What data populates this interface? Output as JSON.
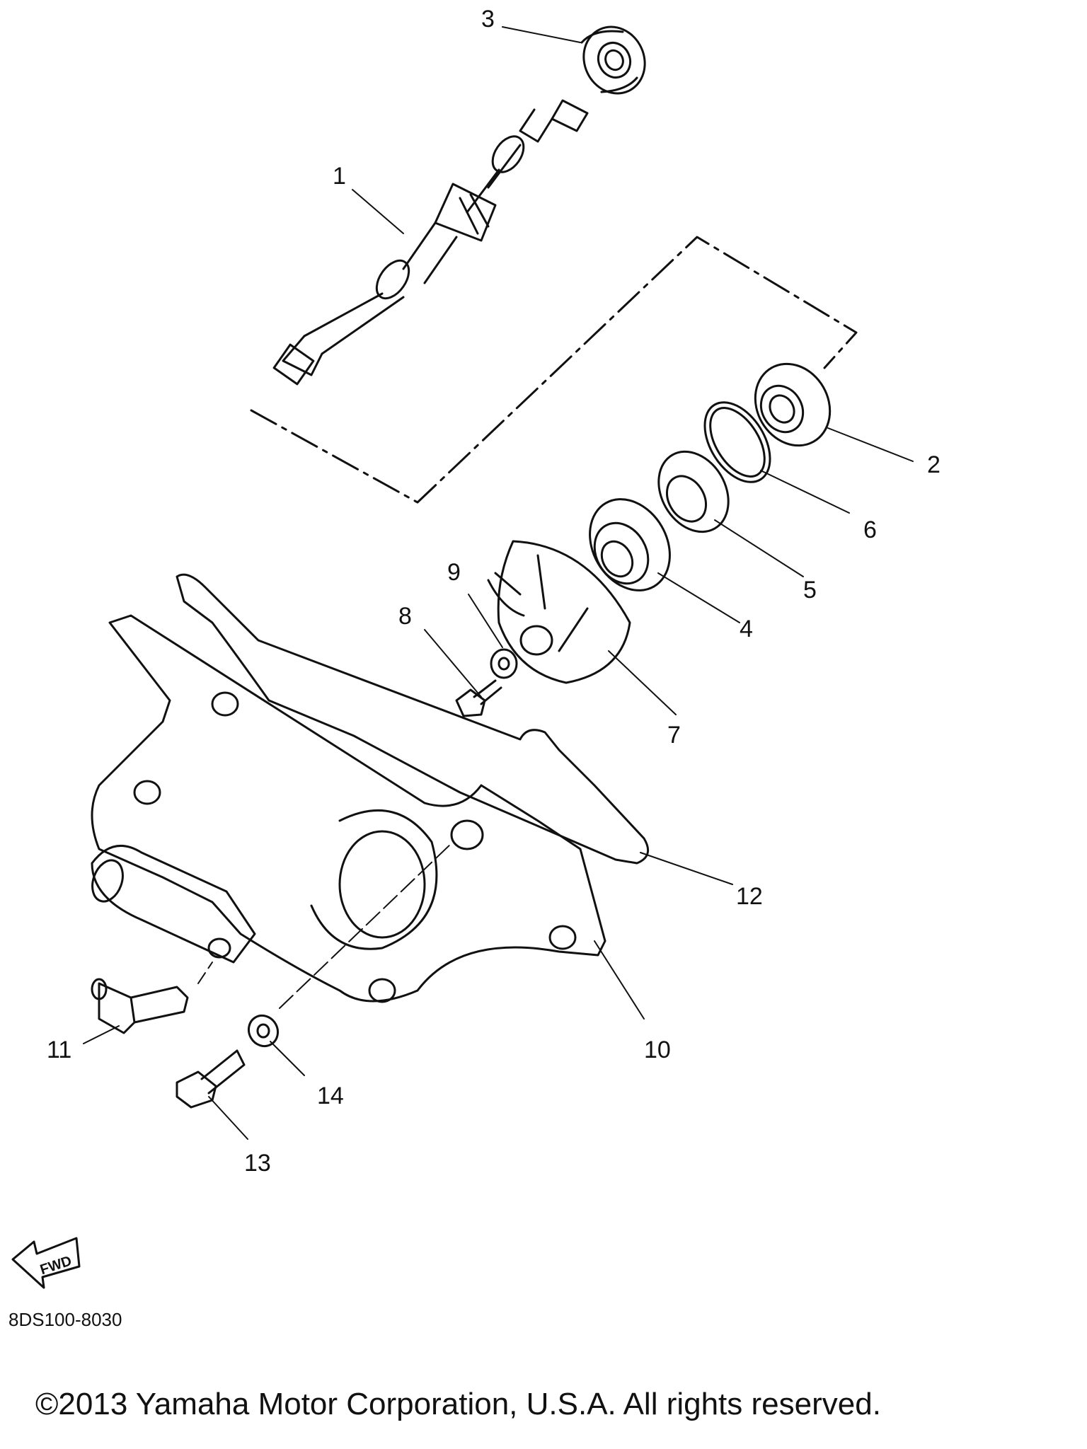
{
  "diagram": {
    "callouts": [
      "1",
      "2",
      "3",
      "4",
      "5",
      "6",
      "7",
      "8",
      "9",
      "10",
      "11",
      "12",
      "13",
      "14"
    ],
    "direction_label": "FWD",
    "part_code": "8DS100-8030"
  },
  "footer": {
    "copyright": "©2013 Yamaha Motor Corporation, U.S.A. All rights reserved."
  }
}
